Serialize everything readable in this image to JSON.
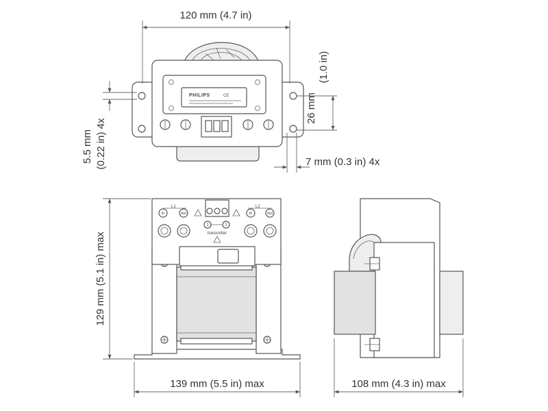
{
  "dimensions": {
    "width_top": "120 mm (4.7 in)",
    "slot_spacing": "26 mm",
    "slot_spacing_in": "(1.0 in)",
    "hole_dia": "5.5 mm",
    "hole_dia_in": "(0.22 in) 4x",
    "slot_width": "7 mm (0.3 in) 4x",
    "height": "129 mm (5.1 in) max",
    "base_width": "139 mm (5.5 in) max",
    "depth": "108 mm (4.3 in) max"
  },
  "labels": {
    "brand": "PHILIPS",
    "ce_mark": "CE",
    "l1": "L1",
    "l2": "L2",
    "in": "in",
    "out": "out",
    "t1": "1",
    "t2": "2",
    "transmitter": "transmitter"
  },
  "colors": {
    "line": "#555555",
    "dimension": "#666666",
    "text": "#333333"
  }
}
